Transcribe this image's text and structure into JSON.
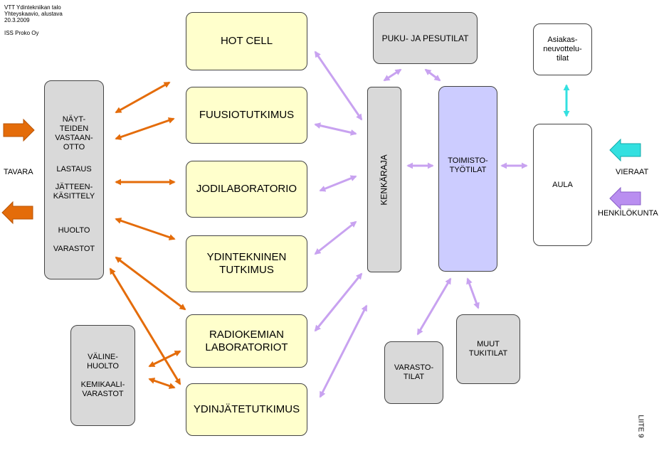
{
  "header": {
    "line1": "VTT Ydintekniikan talo",
    "line2": "Yhteyskaavio, alustava",
    "line3": "20.3.2009",
    "line4": "ISS Proko Oy"
  },
  "left_box": {
    "item1": "NÄYT-\nTEIDEN\nVASTAAN-\nOTTO",
    "item2": "LASTAUS",
    "item3": "JÄTTEEN-\nKÄSITTELY",
    "item4": "HUOLTO",
    "item5": "VARASTOT"
  },
  "tavara_label": "TAVARA",
  "labs": {
    "hot_cell": "HOT CELL",
    "fuusio": "FUUSIOTUTKIMUS",
    "jodi": "JODILABORATORIO",
    "ydintekninen": "YDINTEKNINEN\nTUTKIMUS",
    "radiokemian": "RADIOKEMIAN\nLABORATORIOT",
    "ydinjate": "YDINJÄTETUTKIMUS"
  },
  "valine_box": "VÄLINE-\nHUOLTO\n\nKEMIKAALI-\nVARASTOT",
  "puku": "PUKU- JA PESUTILAT",
  "kenkaraja": "KENKÄRAJA",
  "toimisto": "TOIMISTO-\nTYÖTILAT",
  "varasto": "VARASTO-\nTILAT",
  "muut": "MUUT\nTUKITILAT",
  "asiakas": "Asiakas-\nneuvottelu-\ntilat",
  "aula": "AULA",
  "vieraat": "VIERAAT",
  "henkilokunta": "HENKILÖKUNTA",
  "liite": "LIITE 9",
  "colors": {
    "orange": "#e46c0a",
    "violet_arrow": "#c8a2f0",
    "cyan": "#33e0e0",
    "lab_fill": "#ffffcc",
    "gray_fill": "#d9d9d9",
    "office_fill": "#ccccff"
  }
}
